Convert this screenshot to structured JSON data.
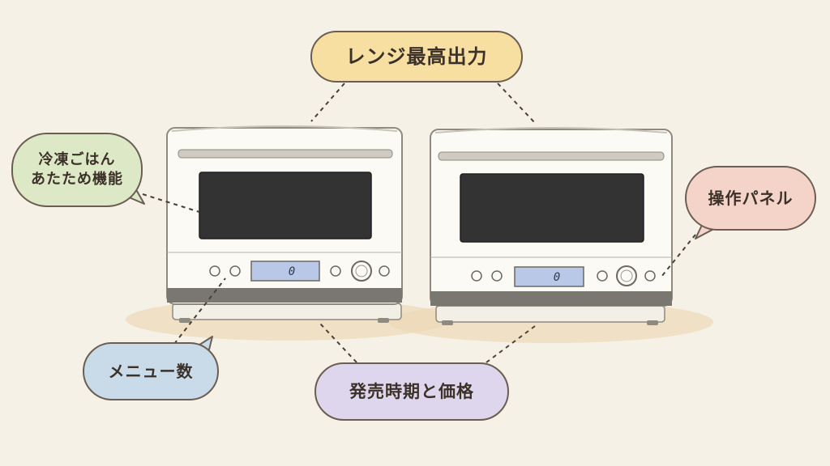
{
  "labels": {
    "range_max_output": "レンジ最高出力",
    "frozen_rice_line1": "冷凍ごはん",
    "frozen_rice_line2": "あたため機能",
    "operation_panel": "操作パネル",
    "menu_count": "メニュー数",
    "release_and_price": "発売時期と価格"
  },
  "displays": {
    "left_oven": "0",
    "right_oven": "0"
  },
  "colors": {
    "background": "#f6f1e6",
    "bubble_yellow": "#f6dfa0",
    "bubble_green": "#dde9c6",
    "bubble_pink": "#f4d4c8",
    "bubble_blue": "#c9dbe8",
    "bubble_purple": "#ded6ec",
    "oven_body": "#fbfaf5",
    "oven_window": "#333333",
    "lcd": "#b9c8e6"
  }
}
